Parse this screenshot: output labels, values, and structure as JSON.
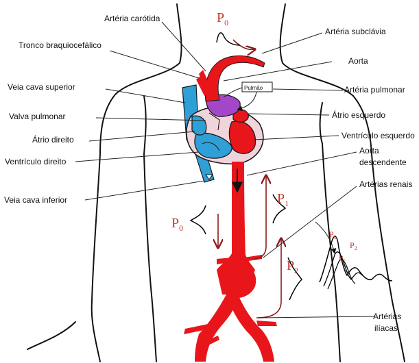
{
  "labels": {
    "carotid": "Artéria carótida",
    "brachiocephalic": "Tronco braquiocefálico",
    "subclavian": "Artéria subclávia",
    "aorta": "Aorta",
    "svc": "Veia cava superior",
    "lung": "Pulmão",
    "pulmonary_artery": "Artéria pulmonar",
    "pulmonary_valve": "Valva pulmonar",
    "left_atrium": "Átrio esquerdo",
    "right_atrium": "Átrio direito",
    "left_ventricle": "Ventrículo esquerdo",
    "right_ventricle": "Ventrículo direito",
    "descending_aorta_1": "Aorta",
    "descending_aorta_2": "descendente",
    "ivc": "Veia cava inferior",
    "renal": "Artérias renais",
    "iliac_1": "Artérias",
    "iliac_2": "ilíacas"
  },
  "pressure": {
    "p0_top": "P",
    "p0_top_sub": "0",
    "p0_left": "P",
    "p0_left_sub": "0",
    "p1": "P",
    "p1_sub": "1",
    "p2": "P",
    "p2_sub": "2",
    "inset_p0": "P",
    "inset_p0_sub": "0",
    "inset_p1": "P",
    "inset_p1_sub": "1",
    "inset_p2": "P",
    "inset_p2_sub": "2"
  },
  "colors": {
    "artery": "#e8161b",
    "vein": "#2f9fd8",
    "pulmonary": "#a347c8",
    "heart_tissue": "#f0d4dc",
    "pressure_text": "#c0392b"
  }
}
